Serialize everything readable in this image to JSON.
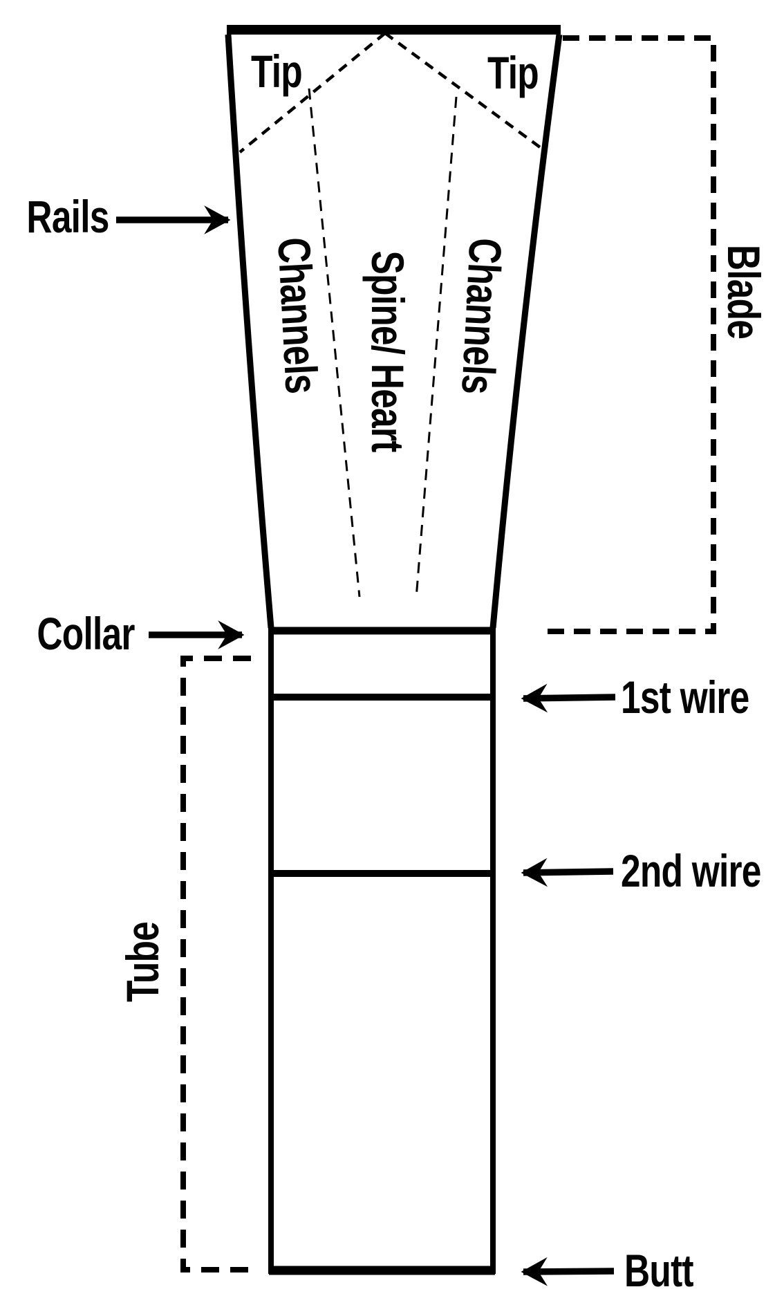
{
  "diagram": {
    "kind": "reed-anatomy-diagram",
    "colors": {
      "ink": "#000000",
      "text": "#050505",
      "background": "#ffffff"
    },
    "labels": {
      "tip_left": "Tip",
      "tip_right": "Tip",
      "rails": "Rails",
      "channels_left": "Channels",
      "spine_heart": "Spine/ Heart",
      "channels_right": "Channels",
      "blade": "Blade",
      "collar": "Collar",
      "first_wire": "1st wire",
      "second_wire": "2nd wire",
      "tube": "Tube",
      "butt": "Butt"
    }
  }
}
